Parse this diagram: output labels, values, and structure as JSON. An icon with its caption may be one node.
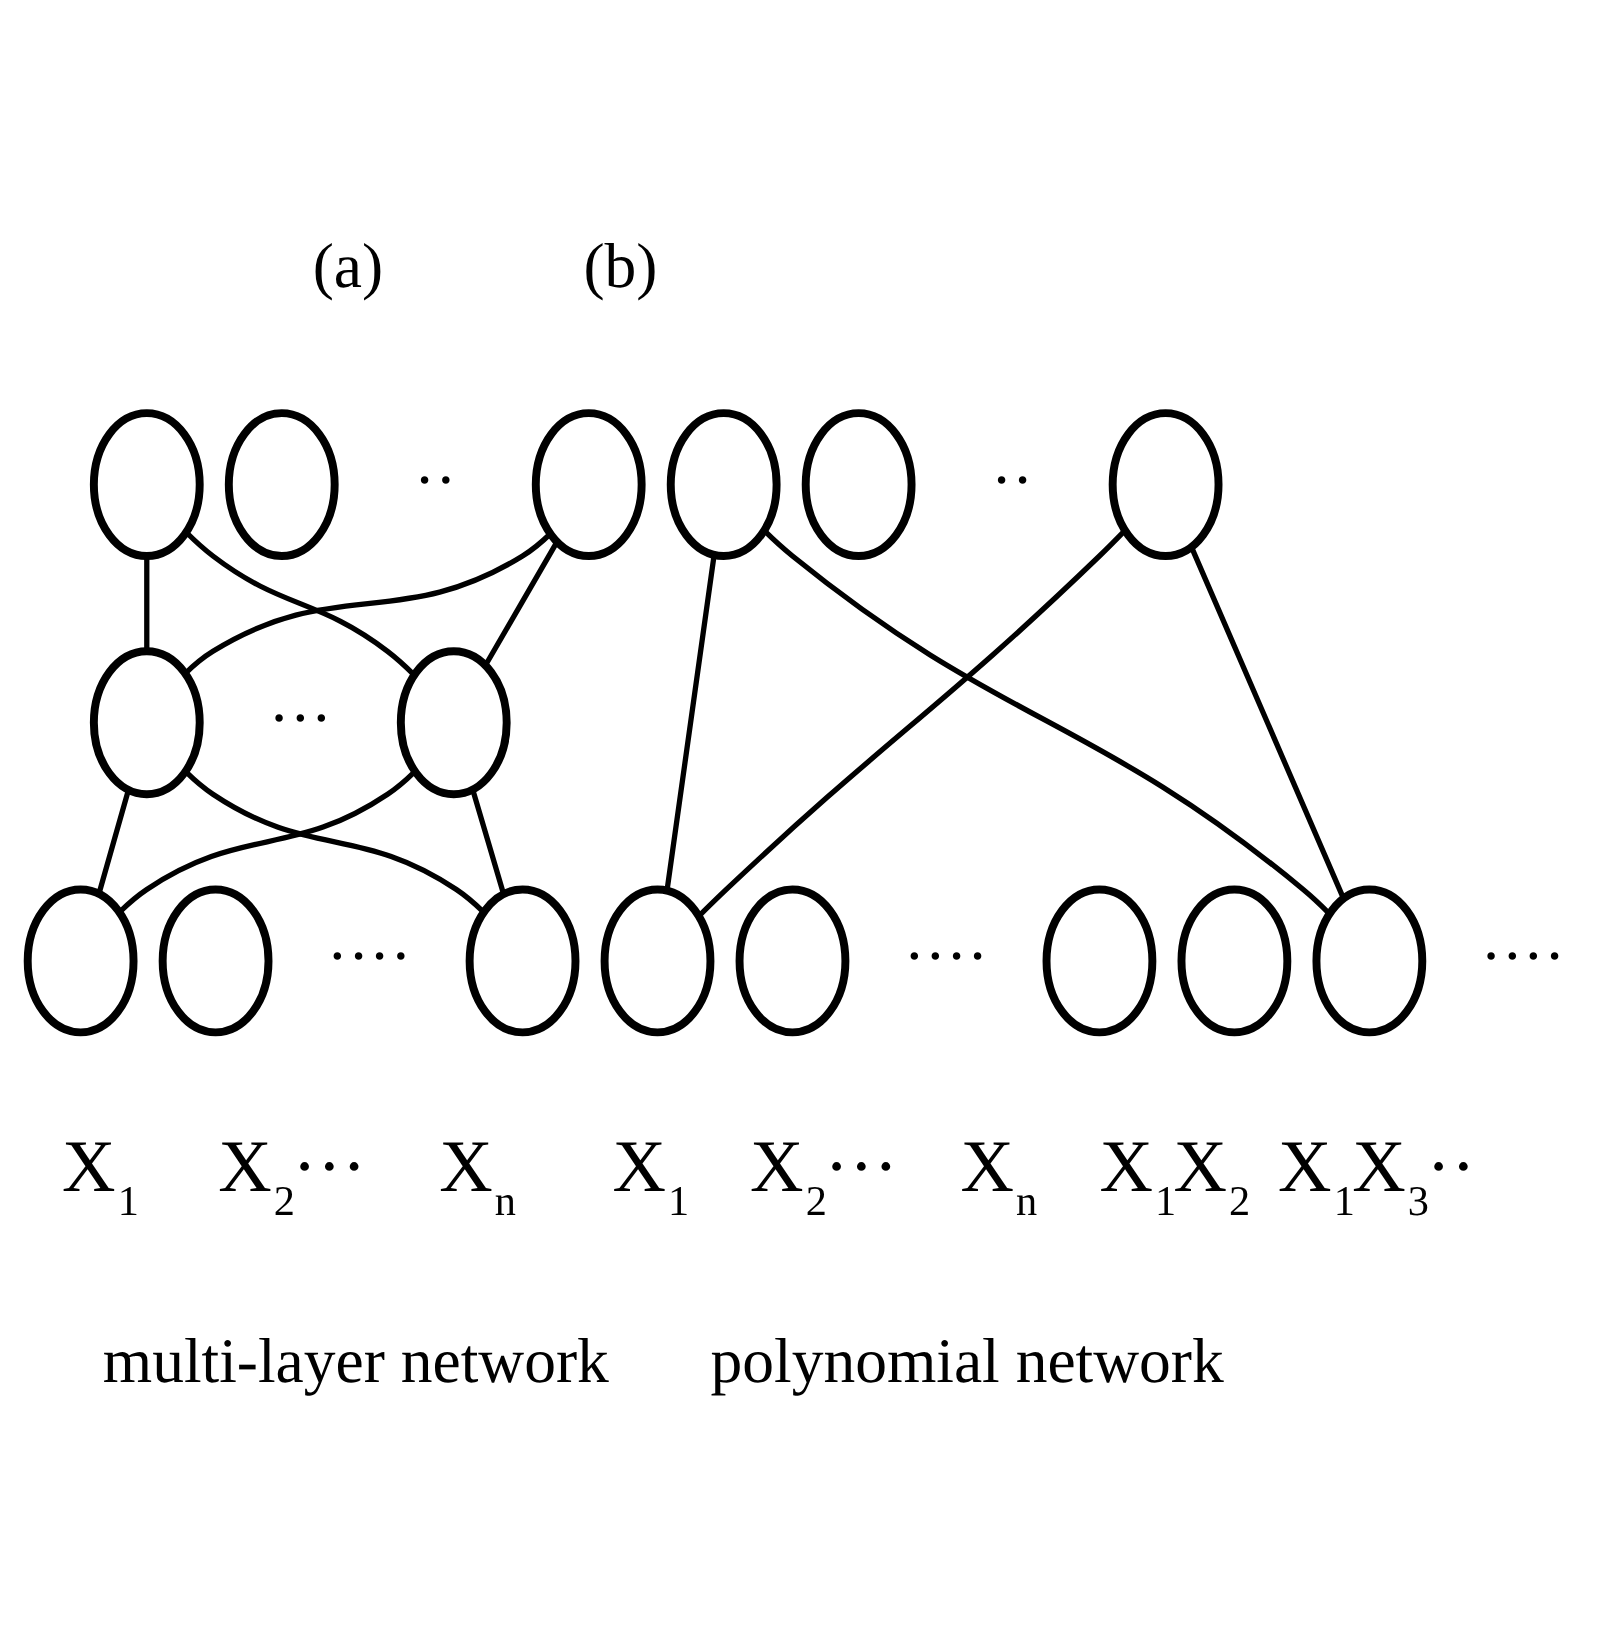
{
  "diagram": {
    "nodes": [
      {
        "text": [],
        "shape": "circle"
      },
      {
        "text": [],
        "shape": "circle"
      },
      {
        "text": [],
        "shape": "circle"
      },
      {
        "text": [],
        "shape": "circle"
      },
      {
        "text": [],
        "shape": "circle"
      },
      {
        "text": [],
        "shape": "circle",
        "beside": [
          "X$_{1}$"
        ]
      },
      {
        "text": [],
        "shape": "circle",
        "beside": [
          "X$_{2}$···"
        ]
      },
      {
        "text": [],
        "shape": "circle",
        "beside": [
          "X$_{n}$"
        ]
      },
      {
        "text": [],
        "shape": "circle"
      },
      {
        "text": [],
        "shape": "circle"
      },
      {
        "text": [],
        "shape": "circle"
      },
      {
        "text": [],
        "shape": "circle",
        "beside": [
          "X$_{1}$"
        ]
      },
      {
        "text": [],
        "shape": "circle",
        "beside": [
          "X$_{2}$···"
        ]
      },
      {
        "text": [],
        "shape": "circle",
        "beside": [
          "X$_{n}$"
        ]
      },
      {
        "text": [],
        "shape": "circle",
        "beside": [
          "X$_{1}$X$_{2}$"
        ]
      },
      {
        "text": [],
        "shape": "circle",
        "beside": [
          "X$_{1}$X$_{3}$··"
        ]
      }
    ],
    "edges": [
      {
        "from": 0,
        "to": 3,
        "arrow": "none"
      },
      {
        "from": 0,
        "to": 4,
        "arrow": "none"
      },
      {
        "from": 2,
        "to": 3,
        "arrow": "none"
      },
      {
        "from": 2,
        "to": 4,
        "arrow": "none"
      },
      {
        "from": 3,
        "to": 5,
        "arrow": "none"
      },
      {
        "from": 3,
        "to": 7,
        "arrow": "none"
      },
      {
        "from": 4,
        "to": 5,
        "arrow": "none"
      },
      {
        "from": 4,
        "to": 7,
        "arrow": "none"
      },
      {
        "from": 8,
        "to": 11,
        "arrow": "none"
      },
      {
        "from": 8,
        "to": 15,
        "arrow": "none"
      },
      {
        "from": 10,
        "to": 11,
        "arrow": "none"
      },
      {
        "from": 10,
        "to": 15,
        "arrow": "none"
      }
    ],
    "labels": [
      "(a)",
      "(b)",
      "··",
      "··",
      "···",
      "····",
      "····",
      "····",
      "multi-layer network",
      "polynomial network"
    ]
  }
}
